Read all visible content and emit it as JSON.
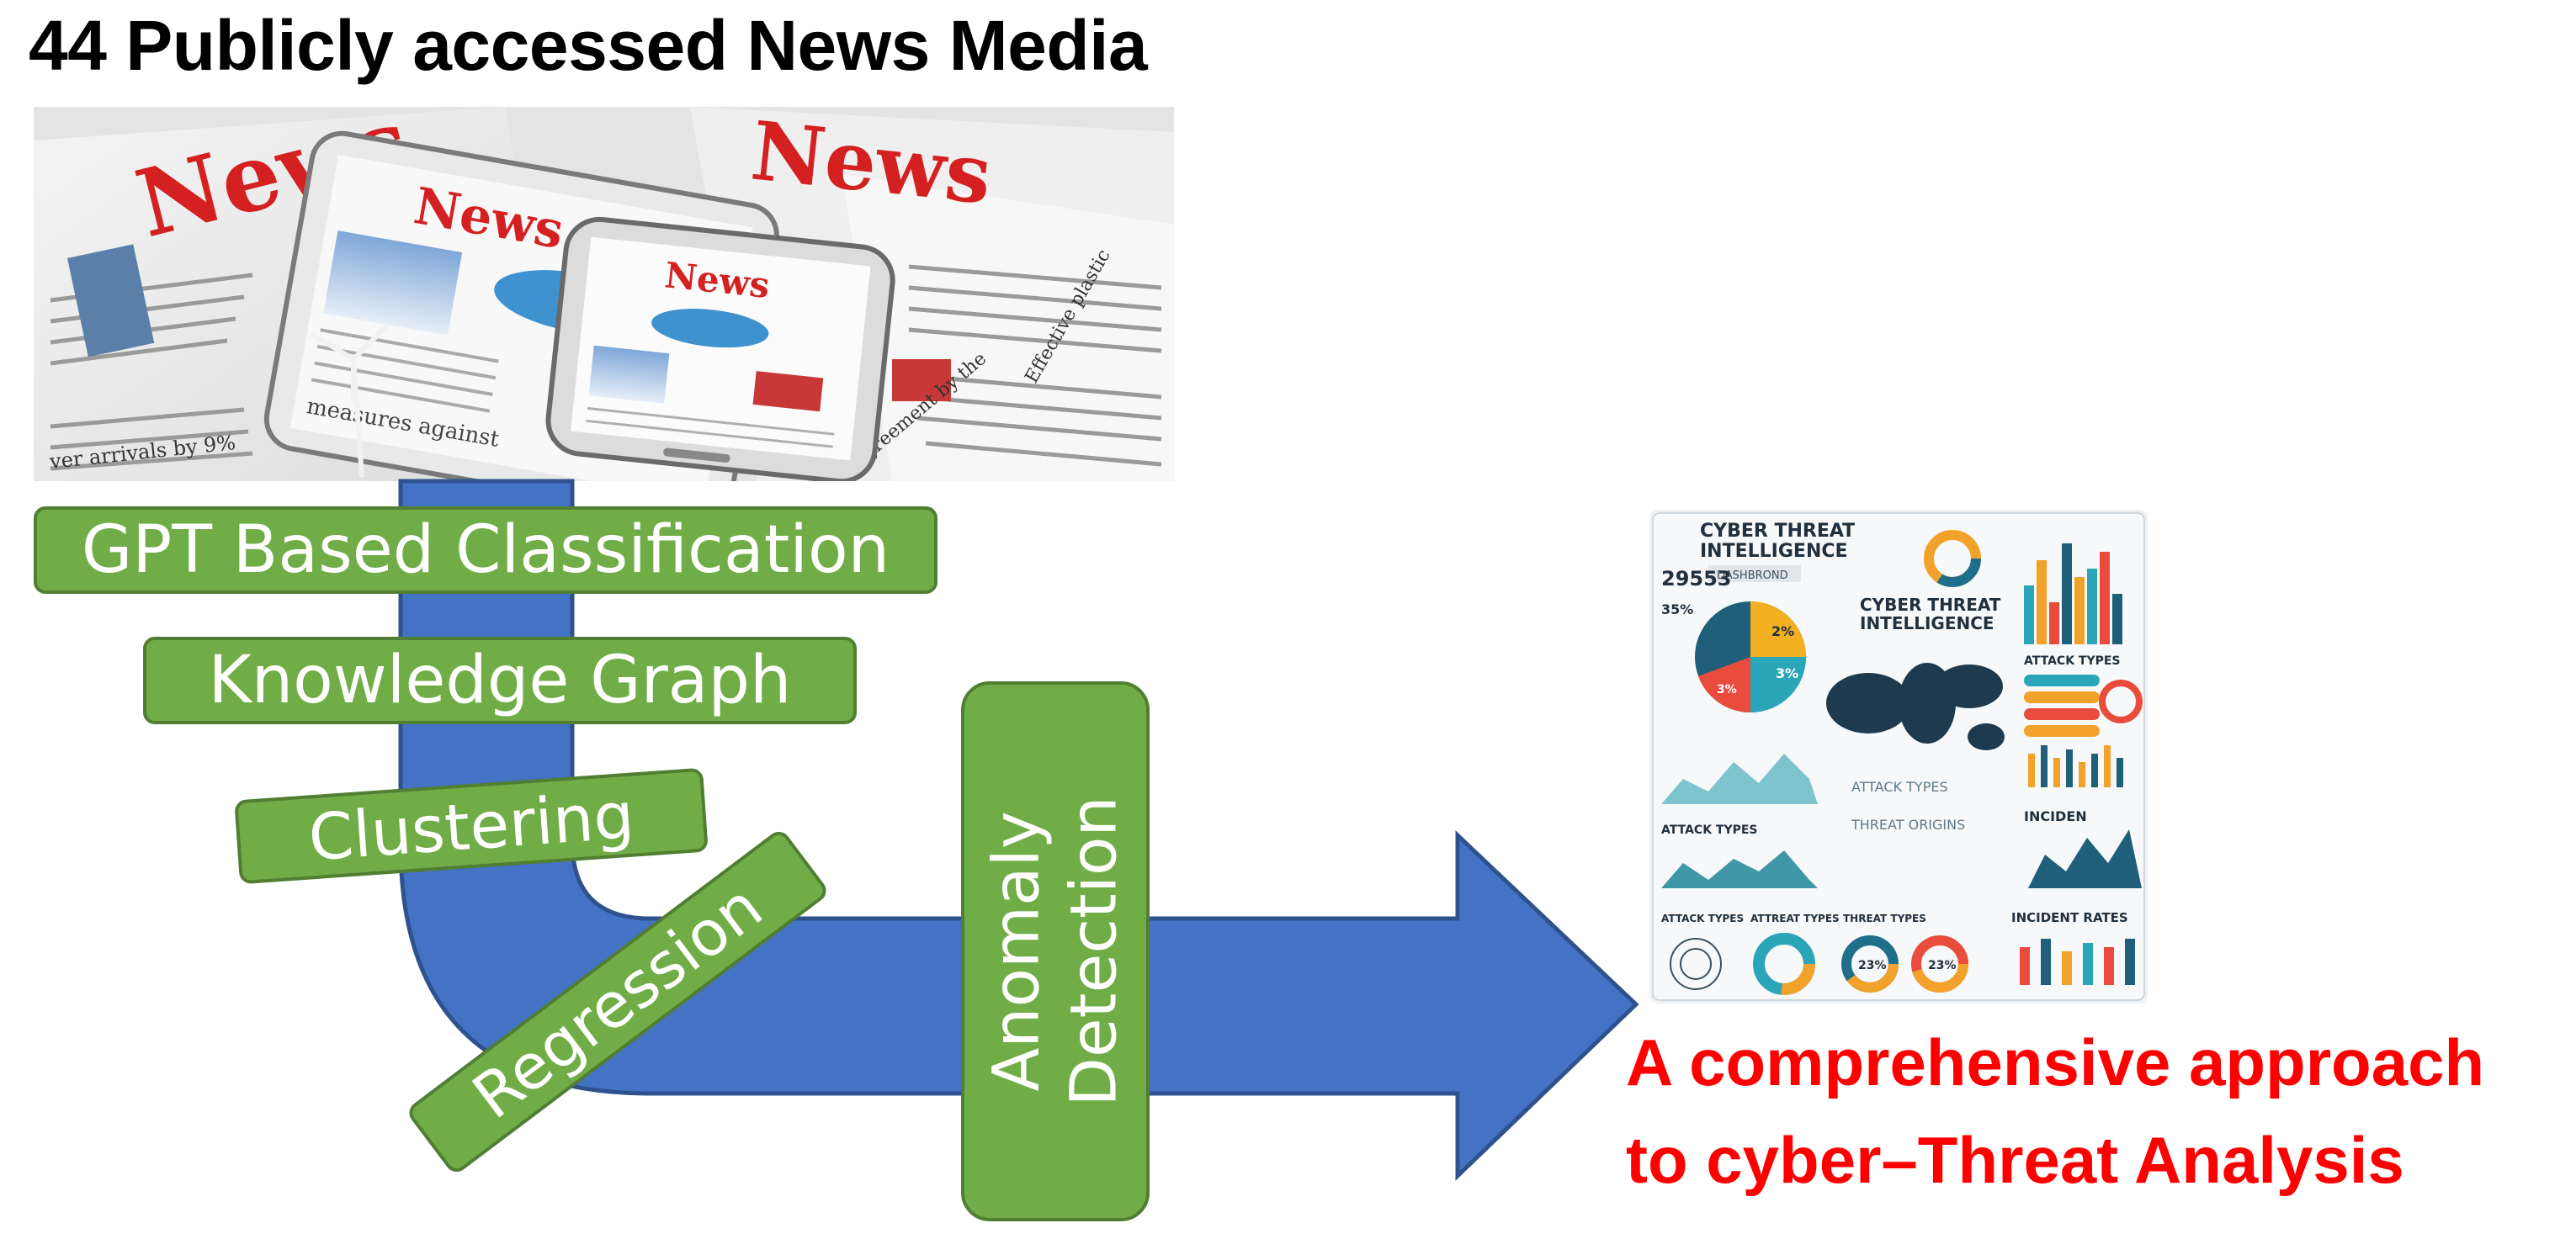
{
  "title": "44 Publicly accessed News Media",
  "news_image": {
    "newspaper_headline": "News",
    "tablet_headline": "News",
    "phone_headline": "News",
    "snippets": [
      "measures against",
      "Agreement by the",
      "Effective plastic",
      "ver arrivals by 9%"
    ]
  },
  "steps": {
    "gpt": "GPT Based Classification",
    "knowledge_graph": "Knowledge Graph",
    "clustering": "Clustering",
    "regression": "Regression",
    "anomaly": {
      "line1": "Anomaly",
      "line2": "Detection"
    }
  },
  "dashboard": {
    "title_line1": "CYBER THREAT",
    "title_line2": "INTELLIGENCE",
    "subtitle": "DASHBROND",
    "counter": "29553",
    "brand_line1": "CYBER THREAT",
    "brand_line2": "INTELLIGENCE",
    "pct_a": "35%",
    "pie_labels": [
      "2%",
      "3%",
      "3%"
    ],
    "attack_types_1": "ATTACK TYPES",
    "attack_types_2": "ATTACK TYPES",
    "attack_types_3": "ATTACK TYPES",
    "attack_types_4": "ATTREAT TYPES",
    "attack_small": "ATTACK TYPES",
    "threat_origins": "THREAT ORIGINS",
    "threat_types": "THREAT TYPES",
    "incident": "INCIDEN",
    "incident_rates": "INCIDENT RATES",
    "donut_a": "23%",
    "donut_b": "23%"
  },
  "conclusion": {
    "line1": "A comprehensive approach",
    "line2": "to cyber–Threat Analysis"
  },
  "colors": {
    "arrow_fill": "#4472c4",
    "arrow_stroke": "#2f528f",
    "box_fill": "#70ad47",
    "box_stroke": "#507e32",
    "conclusion_text": "#ff0000"
  }
}
